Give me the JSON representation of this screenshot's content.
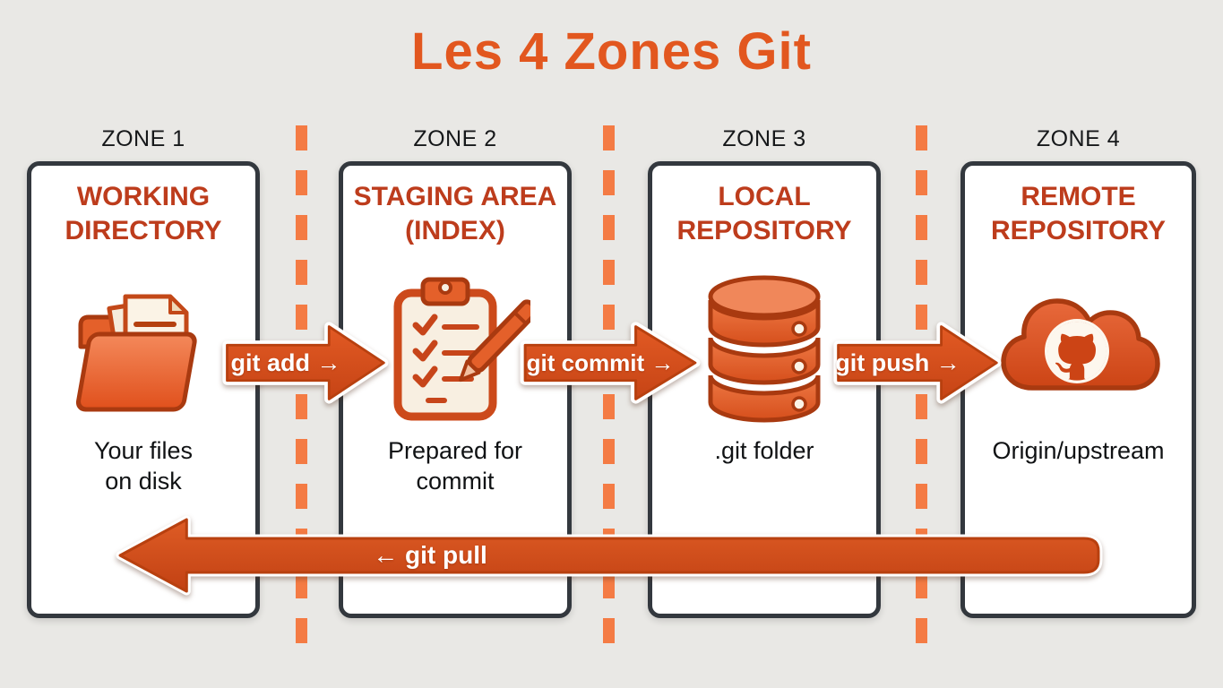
{
  "title": "Les 4 Zones Git",
  "zones": [
    {
      "label": "ZONE 1",
      "heading": "WORKING\nDIRECTORY",
      "icon": "open-folder-documents-icon",
      "caption": "Your files\non disk"
    },
    {
      "label": "ZONE 2",
      "heading": "STAGING AREA\n(INDEX)",
      "icon": "clipboard-checklist-pen-icon",
      "caption": "Prepared for\ncommit"
    },
    {
      "label": "ZONE 3",
      "heading": "LOCAL\nREPOSITORY",
      "icon": "database-cylinder-icon",
      "caption": ".git folder"
    },
    {
      "label": "ZONE 4",
      "heading": "REMOTE\nREPOSITORY",
      "icon": "cloud-github-octocat-icon",
      "caption": "Origin/upstream"
    }
  ],
  "arrows": {
    "add": "git add →",
    "commit": "git commit →",
    "push": "git push →",
    "pull": "← git pull"
  },
  "colors": {
    "background": "#E9E8E5",
    "title": "#E2571F",
    "zone_heading": "#BD3C1C",
    "arrow_fill": "#D9531E",
    "dashed_line": "#F47B44",
    "box_border": "#33383E",
    "box_background": "#FFFFFF",
    "zone_label_text": "#16181A"
  }
}
